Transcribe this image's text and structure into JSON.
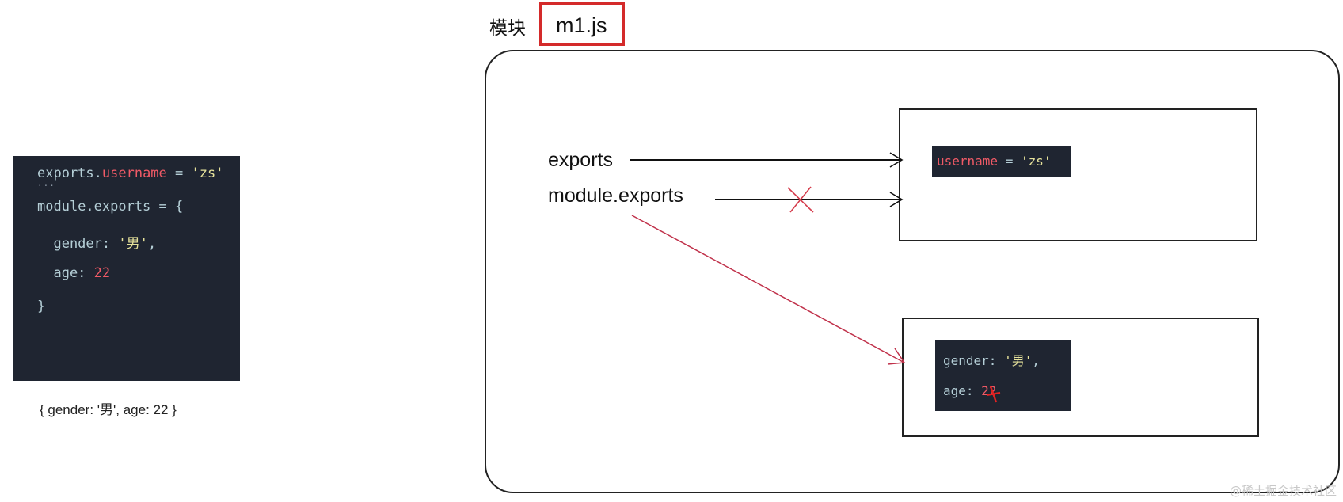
{
  "code_panel": {
    "line1": {
      "obj": "exports.",
      "prop": "username",
      "op": " = ",
      "str": "'zs'"
    },
    "line2": "module.exports = {",
    "line3": {
      "key": "  gender: ",
      "str": "'男'",
      "tail": ","
    },
    "line4": {
      "key": "  age: ",
      "num": "22"
    },
    "line5": "}"
  },
  "result_text": "{ gender: '男', age: 22 }",
  "module_label": "模块",
  "file_name": "m1.js",
  "labels": {
    "exports": "exports",
    "module_exports": "module.exports"
  },
  "box_top": {
    "prop": "username",
    "op": " = ",
    "str": "'zs'"
  },
  "box_bottom": {
    "line1": {
      "key": "gender: ",
      "str": "'男'",
      "tail": ","
    },
    "line2": {
      "key": "age: ",
      "num": "22"
    }
  },
  "watermark": "@稀土掘金技术社区",
  "colors": {
    "code_bg": "#1f2531",
    "keyword_red": "#f05a66",
    "string_yellow": "#e6e29b",
    "plain_code": "#b5cfd7",
    "highlight_border": "#d42a2a",
    "invalid_arrow": "#c0314a"
  },
  "icons": [
    "arrow-right-icon",
    "cross-mark-icon"
  ]
}
